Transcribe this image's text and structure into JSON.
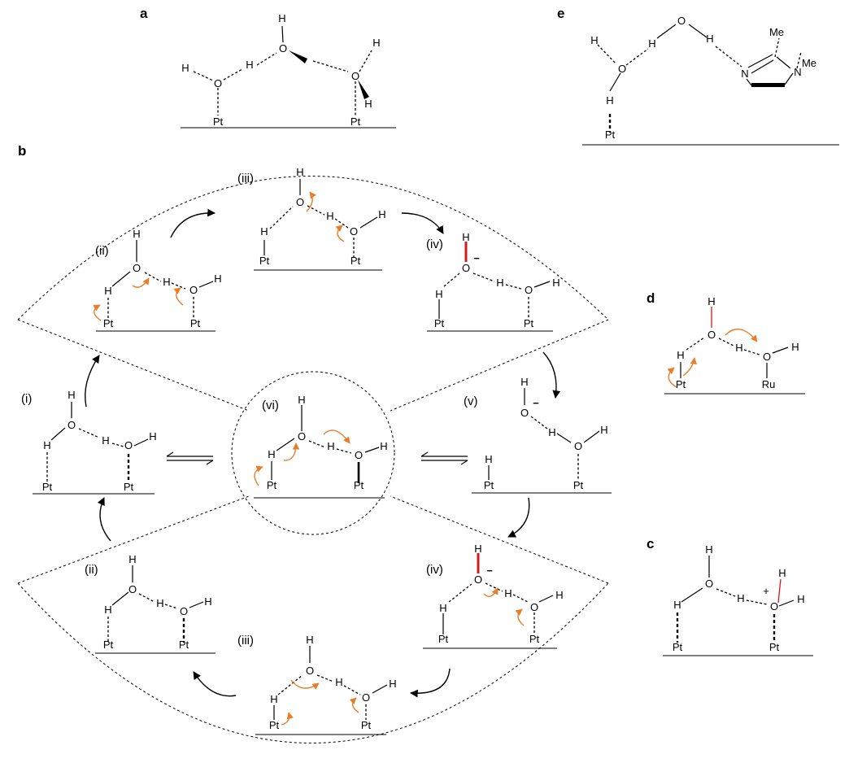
{
  "panel_labels": {
    "a": "a",
    "b": "b",
    "c": "c",
    "d": "d",
    "e": "e"
  },
  "stage_labels": {
    "i": "(i)",
    "ii_top": "(ii)",
    "iii_top": "(iii)",
    "iv_top": "(iv)",
    "v": "(v)",
    "vi": "(vi)",
    "ii_bottom": "(ii)",
    "iii_bottom": "(iii)",
    "iv_bottom": "(iv)"
  },
  "atoms": {
    "hydrogen": "H",
    "oxygen": "O",
    "platinum": "Pt",
    "ruthenium": "Ru",
    "nitrogen": "N",
    "methyl": "Me"
  },
  "charges": {
    "negative": "−",
    "positive": "+"
  },
  "colors": {
    "normal": "#000000",
    "red": "#d7191c",
    "blue": "#1f3fd1",
    "arrow_orange": "#e87d2a"
  }
}
